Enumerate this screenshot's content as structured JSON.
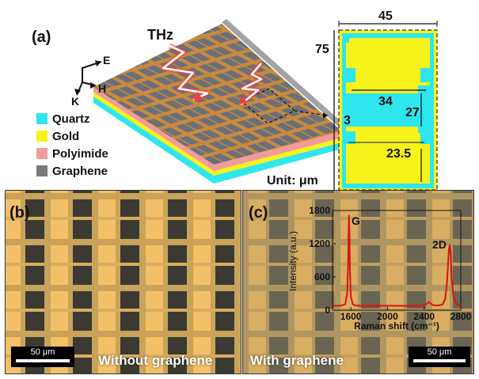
{
  "panel_a": {
    "label": "(a)",
    "wave_label": "THz",
    "axes": {
      "e": "E",
      "h": "H",
      "k": "K"
    },
    "legend": [
      {
        "label": "Quartz",
        "color": "#2fe6ee"
      },
      {
        "label": "Gold",
        "color": "#f7f21a"
      },
      {
        "label": "Polyimide",
        "color": "#f29b9b"
      },
      {
        "label": "Graphene",
        "color": "#7a7a7a"
      }
    ],
    "unit_cell": {
      "width": "45",
      "height": "75",
      "gap_width": "34",
      "gap_height": "27",
      "lower_height": "23.5",
      "line_width": "3"
    },
    "unit_label": "Unit: μm"
  },
  "panel_b": {
    "label": "(b)",
    "caption": "Without graphene",
    "scale_bar": "50 μm"
  },
  "panel_c": {
    "label": "(c)",
    "caption": "With graphene",
    "scale_bar": "50 μm",
    "inset": {
      "peaks": {
        "g": "G",
        "d2": "2D"
      }
    }
  },
  "chart_data": {
    "type": "line",
    "title": "",
    "xlabel": "Raman shift (cm⁻¹)",
    "ylabel": "Intensity (a.u.)",
    "xlim": [
      1400,
      2800
    ],
    "ylim": [
      0,
      1800
    ],
    "xticks": [
      1600,
      2000,
      2400,
      2800
    ],
    "yticks": [
      0,
      600,
      1200,
      1800
    ],
    "series": [
      {
        "color": "#dd1111",
        "x": [
          1400,
          1450,
          1500,
          1540,
          1560,
          1570,
          1575,
          1580,
          1585,
          1590,
          1600,
          1620,
          1650,
          1700,
          1800,
          1900,
          2000,
          2100,
          2200,
          2300,
          2400,
          2430,
          2450,
          2470,
          2500,
          2550,
          2600,
          2630,
          2650,
          2660,
          2670,
          2680,
          2690,
          2700,
          2720,
          2750,
          2800
        ],
        "y": [
          80,
          80,
          85,
          110,
          300,
          800,
          1400,
          1720,
          1400,
          700,
          250,
          110,
          85,
          80,
          80,
          78,
          80,
          78,
          78,
          80,
          85,
          120,
          150,
          120,
          90,
          85,
          100,
          200,
          500,
          800,
          1100,
          1180,
          1000,
          600,
          250,
          110,
          85
        ]
      }
    ]
  }
}
